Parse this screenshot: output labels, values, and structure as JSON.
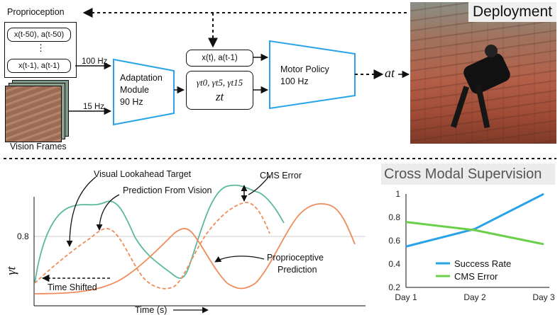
{
  "top": {
    "proprioception_title": "Proprioception",
    "prop_first": "x(t-50), a(t-50)",
    "prop_dots": "⋮",
    "prop_last": "x(t-1), a(t-1)",
    "vision_label": "Vision Frames",
    "rate_100": "100 Hz",
    "rate_15": "15 Hz",
    "adapt_line1": "Adaptation",
    "adapt_line2": "Module",
    "adapt_line3": "90 Hz",
    "state_box": "x(t), a(t-1)",
    "gamma_expr": "γt0, γt5, γt15",
    "z_expr": "zt",
    "motor_line1": "Motor Policy",
    "motor_line2": "100 Hz",
    "action_label": "at",
    "deployment": "Deployment"
  },
  "plot": {
    "visual_lookahead": "Visual Lookahead Target",
    "prediction_vision": "Prediction From Vision",
    "cms_error": "CMS Error",
    "proprio_line1": "Proprioceptive",
    "proprio_line2": "Prediction",
    "time_shifted": "Time Shifted",
    "xlabel": "Time (s)",
    "ylabel": "γt",
    "ytick": "0.8"
  },
  "cms": {
    "title": "Cross Modal Supervision",
    "colors": {
      "success": "#2aa3e8",
      "cms": "#6ad04a"
    }
  },
  "chart_data": {
    "type": "line",
    "categories": [
      "Day 1",
      "Day 2",
      "Day 3"
    ],
    "series": [
      {
        "name": "Success Rate",
        "values": [
          0.55,
          0.7,
          1.0
        ]
      },
      {
        "name": "CMS Error",
        "values": [
          0.76,
          0.69,
          0.57
        ]
      }
    ],
    "ylim": [
      0.2,
      1.0
    ],
    "yticks": [
      "0.2",
      "0.4",
      "0.6",
      "0.8",
      "1"
    ],
    "legend": "bottom-right",
    "grid": false
  }
}
